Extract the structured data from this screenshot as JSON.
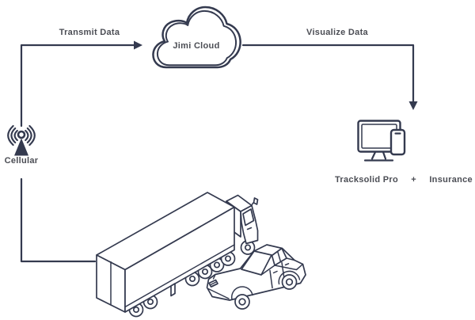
{
  "labels": {
    "transmit": "Transmit Data",
    "cloud": "Jimi Cloud",
    "visualize": "Visualize Data",
    "cellular": "Cellular",
    "device_primary": "Tracksolid Pro",
    "device_separator": "+",
    "device_secondary": "Insurance"
  },
  "flow": [
    {
      "from": "Cellular",
      "via": "Transmit Data",
      "to": "Jimi Cloud"
    },
    {
      "from": "Jimi Cloud",
      "via": "Visualize Data",
      "to": "Tracksolid Pro + Insurance"
    }
  ],
  "colors": {
    "line": "#343A4F",
    "text": "#4B4D54",
    "background": "#FFFFFF"
  },
  "icons": {
    "cellular": "radio-tower-icon",
    "cloud": "cloud-icon",
    "device": "monitor-with-smartphone-icon",
    "vehicles": [
      "semi-truck-line-art",
      "sedan-car-line-art"
    ]
  }
}
